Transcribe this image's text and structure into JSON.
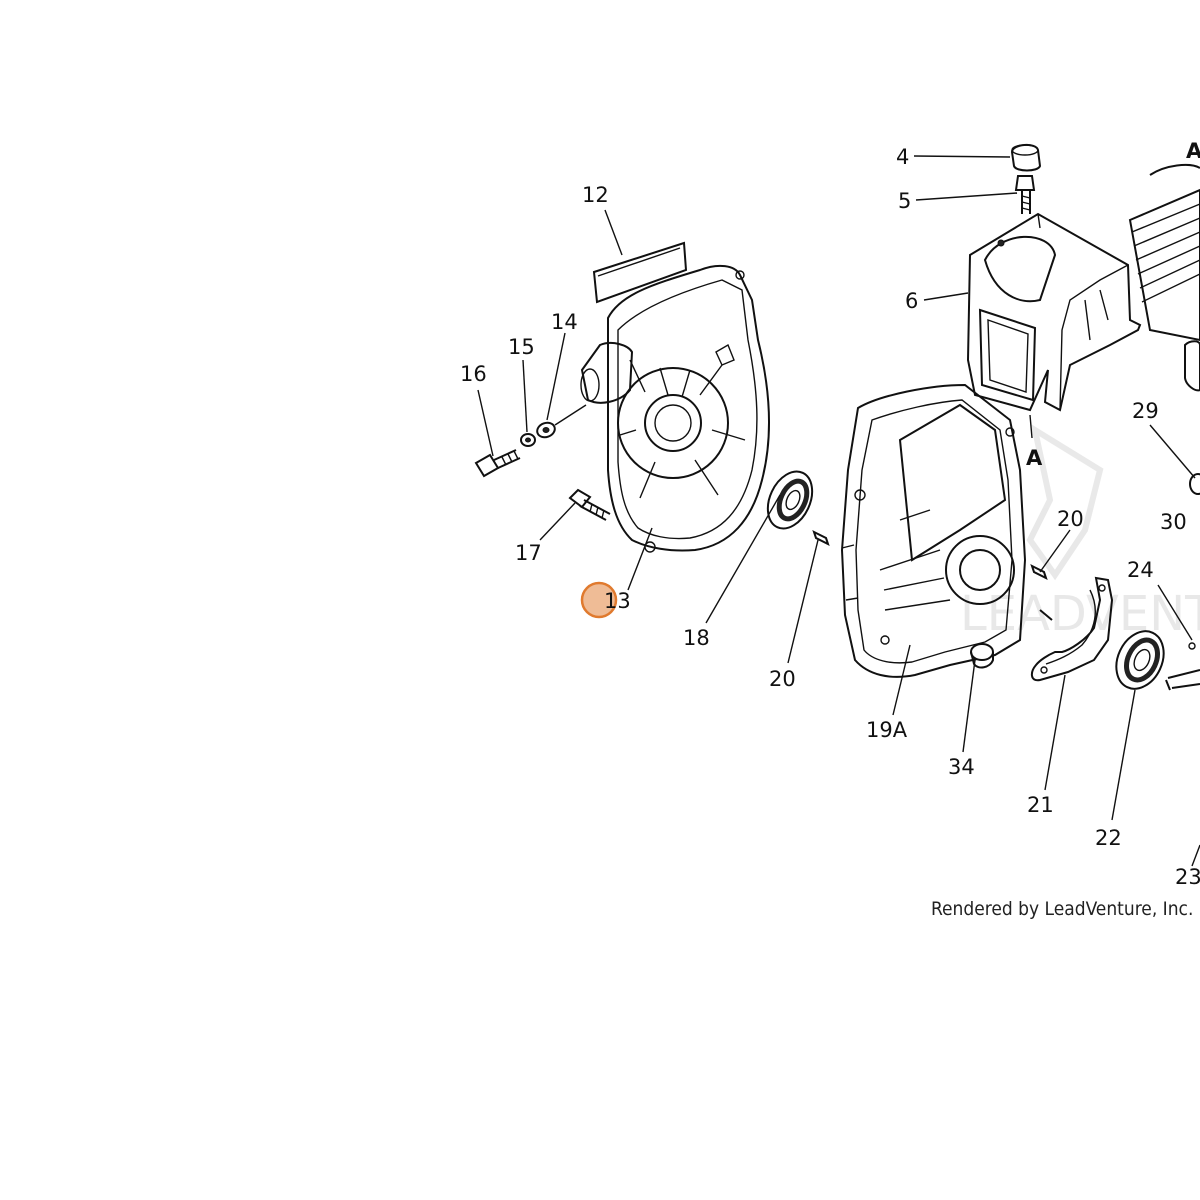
{
  "diagram": {
    "part_labels": {
      "p4": "4",
      "p5": "5",
      "p6": "6",
      "p12": "12",
      "p13": "13",
      "p14": "14",
      "p15": "15",
      "p16": "16",
      "p17": "17",
      "p18": "18",
      "p19a": "19A",
      "p20a": "20",
      "p20b": "20",
      "p21": "21",
      "p22": "22",
      "p23": "23",
      "p24": "24",
      "p29": "29",
      "p30": "30",
      "p34": "34"
    },
    "section_marks": {
      "a_cover": "A",
      "a_top": "A"
    },
    "credit": "Rendered by LeadVenture, Inc.",
    "watermark": "LEADVENTURE",
    "highlight_color": "#e07a2e",
    "line_color": "#111111"
  }
}
